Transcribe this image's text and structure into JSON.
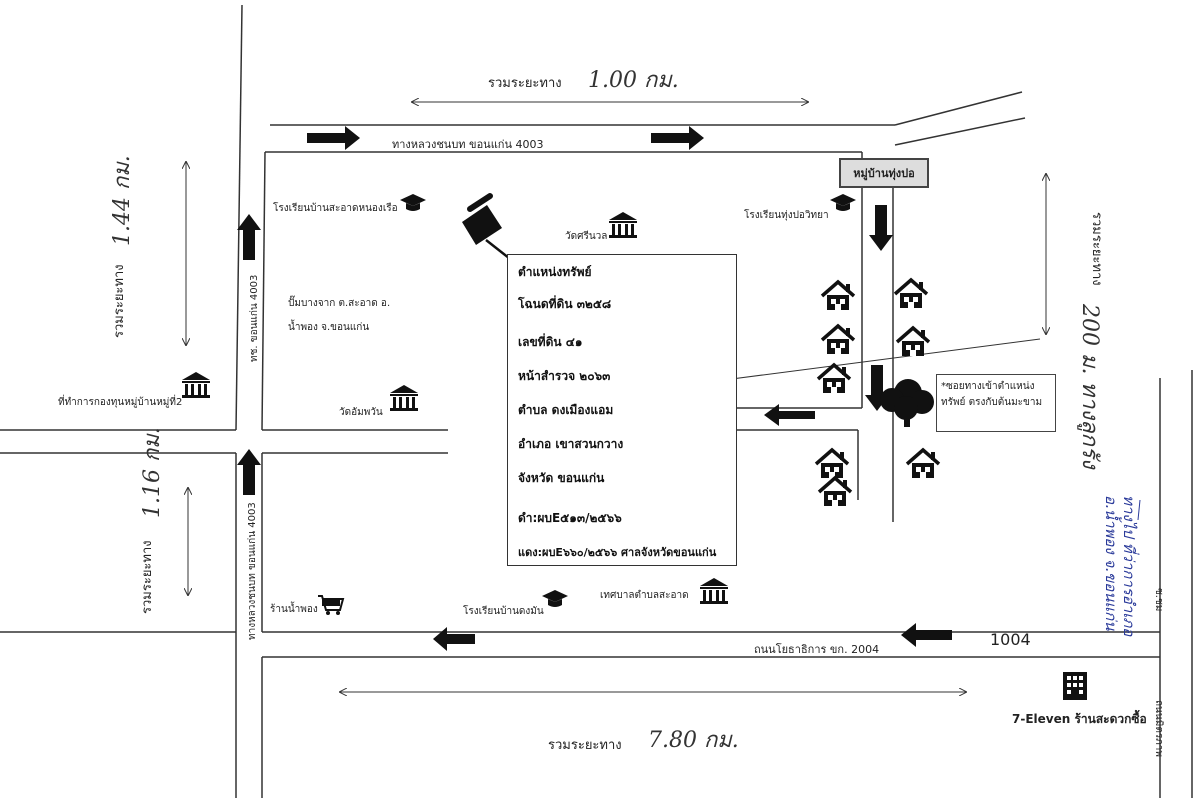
{
  "roads": {
    "top_road": "ทางหลวงชนบท ขอนแก่น 4003",
    "left_road_upper": "ทช. ขอนแก่น 4003",
    "left_road_lower": "ทางหลวงชนบท ขอนแก่น 4003",
    "bottom_road": "ถนนโยธาธิการ ขก. 2004",
    "road_number_1004": "1004",
    "right_road_1": "ถนนมิตรภาพ",
    "right_road_2": "ซ.ชม"
  },
  "distances": {
    "top_label": "รวมระยะทาง",
    "top_value": "1.00 กม.",
    "left_upper_label": "รวมระยะทาง",
    "left_upper_value": "1.44 กม.",
    "left_lower_label": "รวมระยะทาง",
    "left_lower_value": "1.16 กม.",
    "right_label": "รวมระยะทาง",
    "right_value": "200 ม. ทางลูกรัง",
    "bottom_label": "รวมระยะทาง",
    "bottom_value": "7.80 กม."
  },
  "landmarks": {
    "school_sa_at": "โรงเรียนบ้านสะอาดหนองเรือ",
    "village_fund": "ที่ทำการกองทุนหมู่บ้านหมู่ที่2",
    "gas_station": "ปั๊มบางจาก ต.สะอาด อ. น้ำพอง จ.ขอนแก่น",
    "wat_sumphan": "วัดอัมพวัน",
    "wat_srinual": "วัดศรีนวล",
    "school_thungpo": "โรงเรียนทุ่งปอวิทยา",
    "village_sign": "หมู่บ้านทุ่งปอ",
    "shop": "ร้านน้ำพอง",
    "school_dongmun": "โรงเรียนบ้านดงมัน",
    "municipality": "เทศบาลตำบลสะอาด",
    "seven_eleven": "7-Eleven ร้านสะดวกซื้อ",
    "note": "*ซอยทางเข้าตำแหน่ง ทรัพย์ ตรงกับต้นมะขาม",
    "handwritten_location": "ทางไป ที่ว่าการอำเภอ อ.น้ำพอง จ.ขอนแก่น"
  },
  "property": {
    "title": "ตำแหน่งทรัพย์",
    "deed": "โฉนดที่ดิน ๓๒๕๘",
    "land_no": "เลขที่ดิน ๔๑",
    "survey": "หน้าสำรวจ ๒๐๖๓",
    "subdistrict": "ตำบล ดงเมืองแอม",
    "district": "อำเภอ เขาสวนกวาง",
    "province": "จังหวัด ขอนแก่น",
    "case1": "ดำ:ผบE๕๑๓/๒๕๖๖",
    "case2": "แดง:ผบE๖๖๐/๒๕๖๖ ศาลจังหวัดขอนแก่น"
  },
  "icons": {
    "school": "graduation-cap-icon",
    "temple": "temple-icon",
    "house": "house-icon",
    "pin": "push-pin-icon",
    "location": "location-pin-icon",
    "tree": "tree-icon",
    "cart": "shopping-cart-icon",
    "building": "building-icon"
  }
}
